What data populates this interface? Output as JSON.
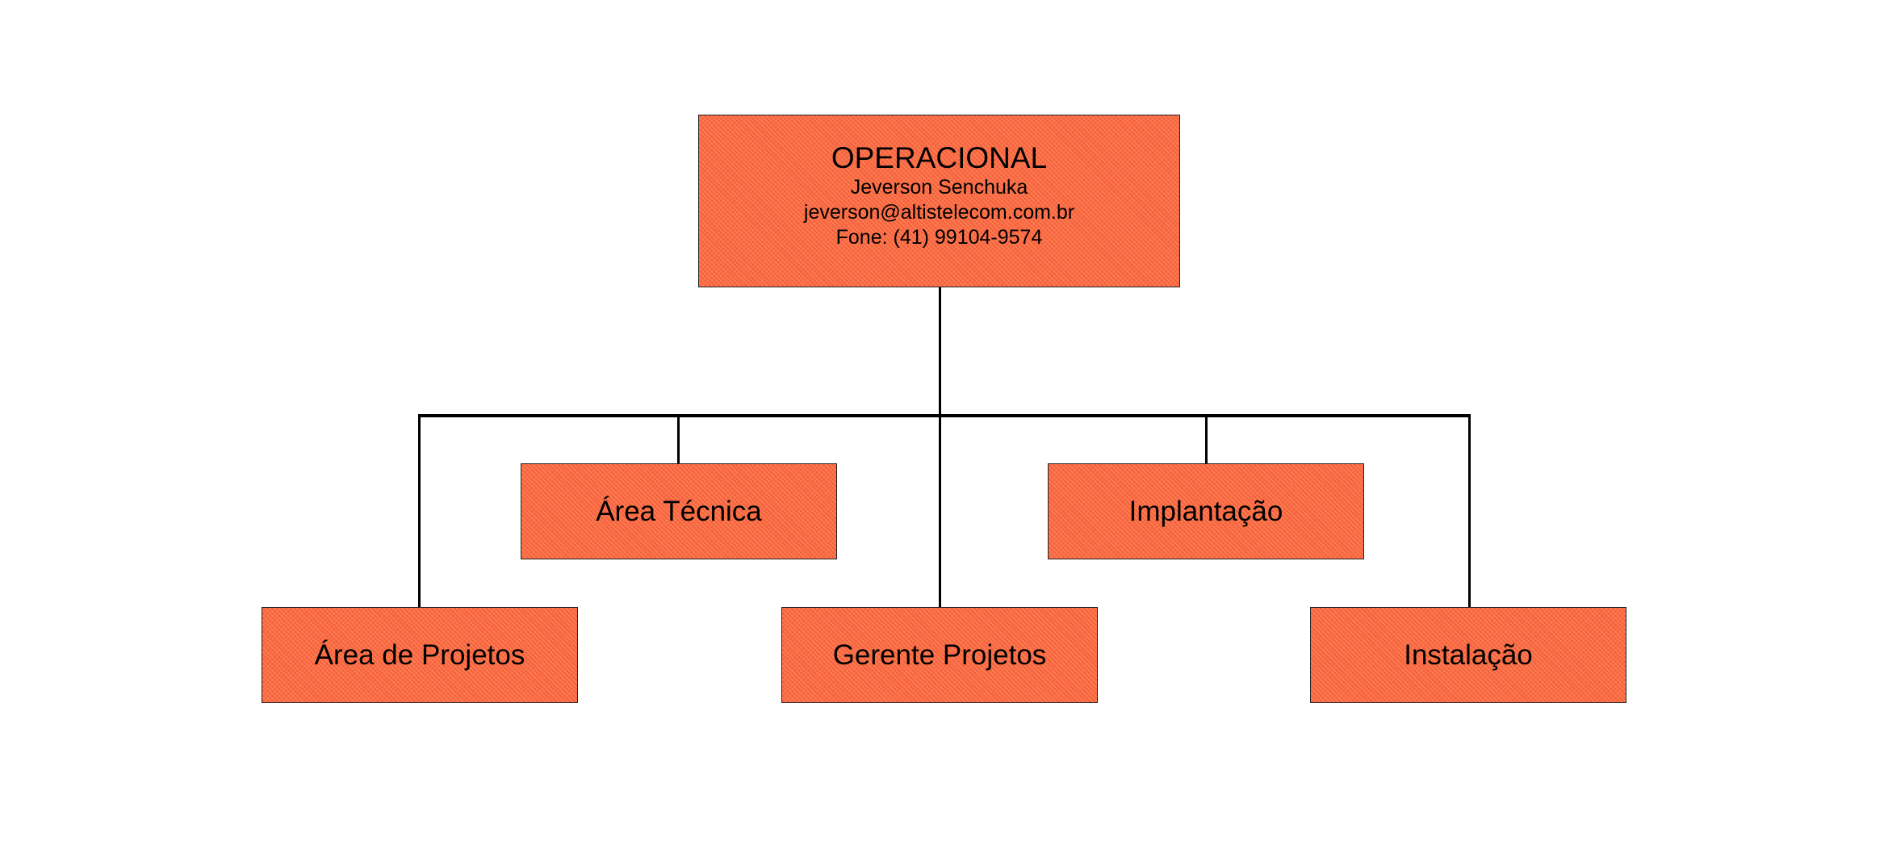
{
  "root": {
    "title": "OPERACIONAL",
    "name": "Jeverson Senchuka",
    "email": "jeverson@altistelecom.com.br",
    "phone": "Fone: (41) 99104-9574"
  },
  "children": [
    {
      "label": "Área Técnica"
    },
    {
      "label": "Implantação"
    },
    {
      "label": "Área de Projetos"
    },
    {
      "label": "Gerente Projetos"
    },
    {
      "label": "Instalação"
    }
  ],
  "colors": {
    "box_fill": "#fb6844",
    "line": "#000000"
  }
}
